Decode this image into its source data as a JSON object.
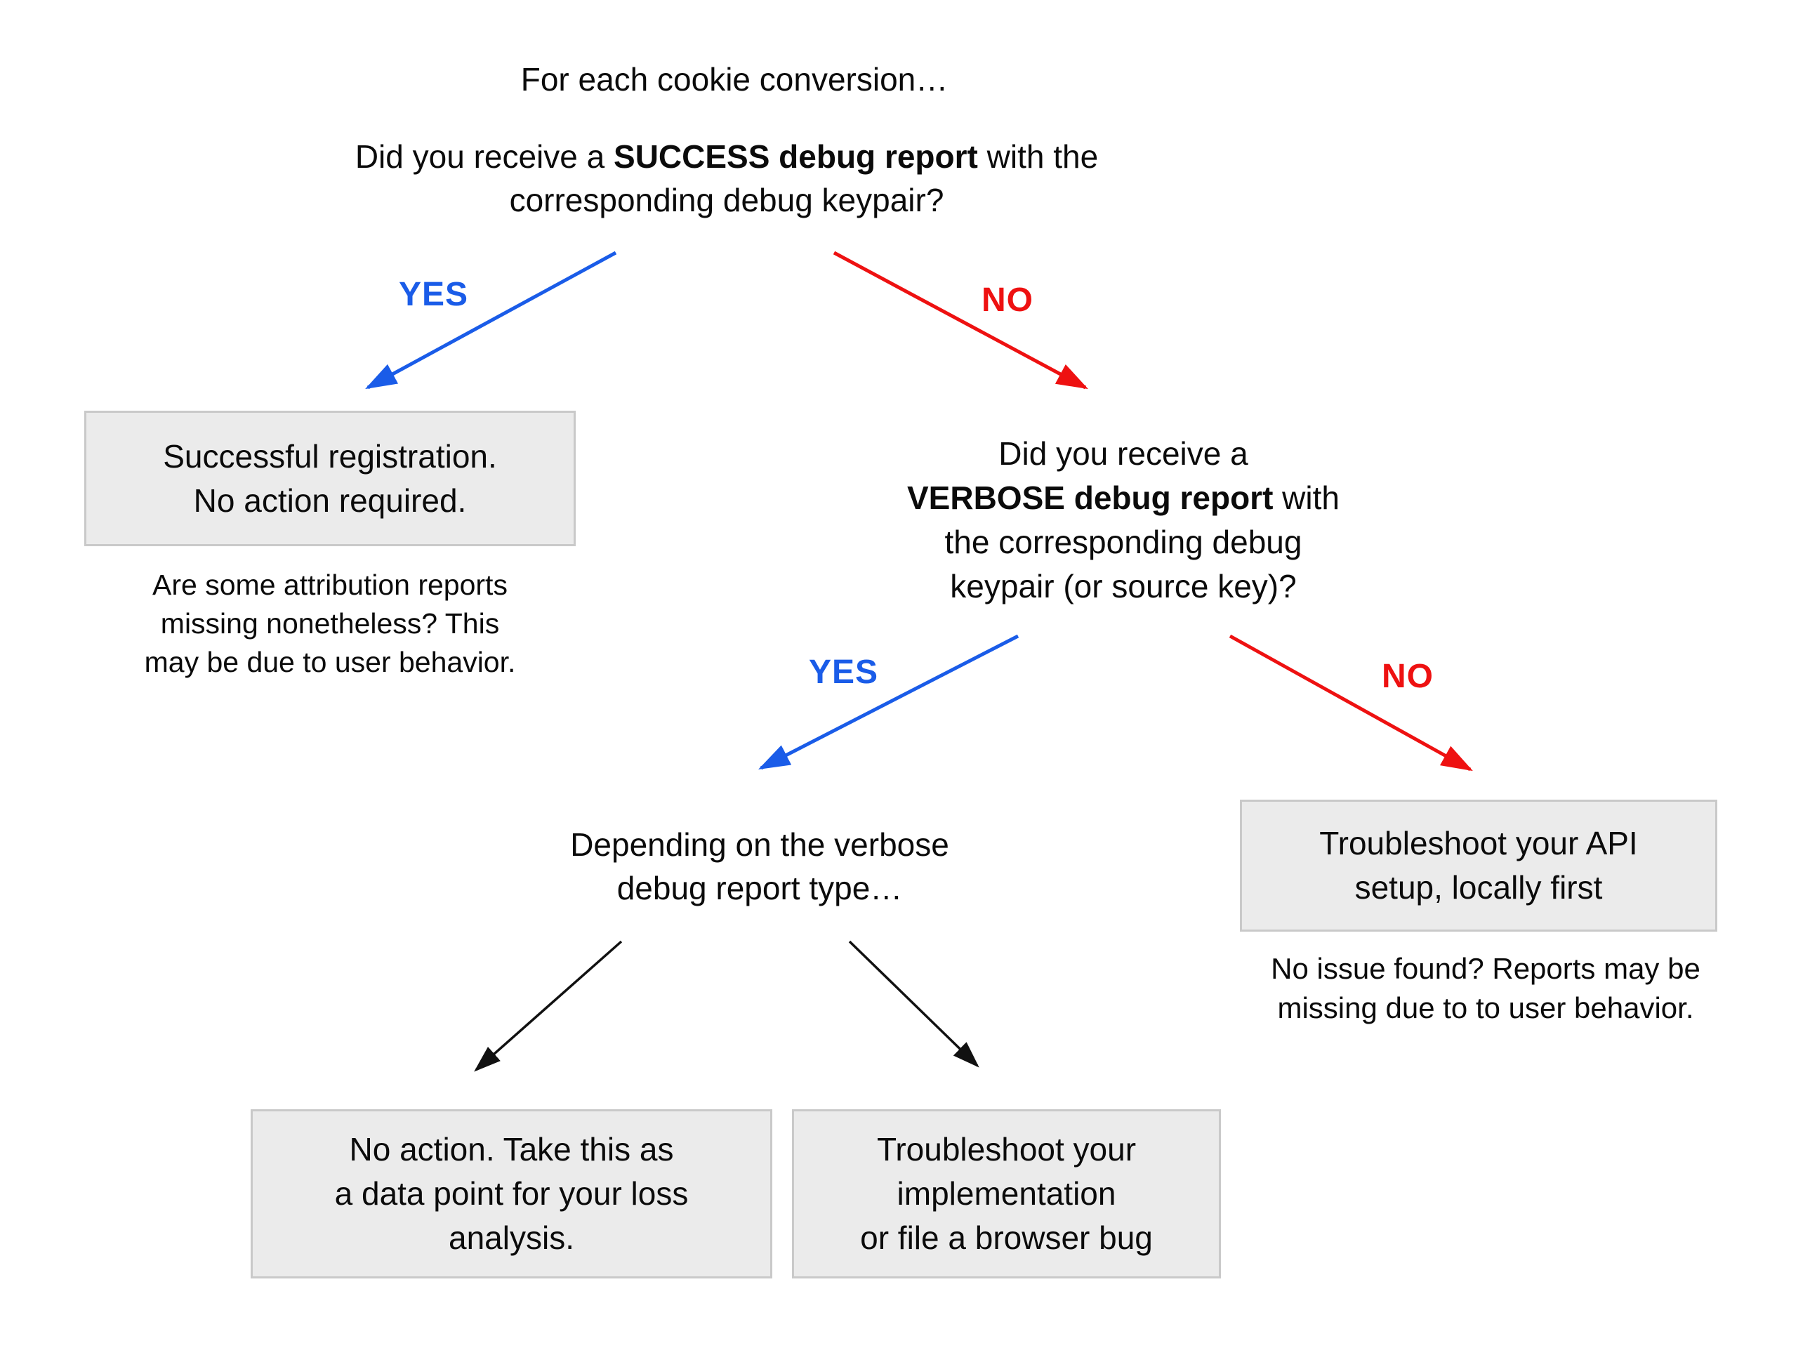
{
  "colors": {
    "yes": "#1a5ce8",
    "no": "#ee1111",
    "box_fill": "#ebebeb",
    "box_border": "#c9c9c9",
    "arrow_black": "#111111",
    "text": "#0b0b0b"
  },
  "flow": {
    "intro": "For each cookie conversion…",
    "q1": {
      "pre": "Did you receive a ",
      "bold": "SUCCESS debug report",
      "post": " with the",
      "line2": "corresponding debug keypair?"
    },
    "yes1": "YES",
    "no1": "NO",
    "success_box": {
      "line1": "Successful registration.",
      "line2": "No action required."
    },
    "success_note": {
      "line1": "Are some attribution reports",
      "line2": "missing nonetheless? This",
      "line3": "may be due to user behavior."
    },
    "q2": {
      "line1": "Did you receive a",
      "line2_bold": "VERBOSE debug report",
      "line2_rest": " with",
      "line3": "the corresponding debug",
      "line4": "keypair (or source key)?"
    },
    "yes2": "YES",
    "no2": "NO",
    "depending": {
      "line1": "Depending on the verbose",
      "line2": "debug report type…"
    },
    "api_box": {
      "line1": "Troubleshoot your API",
      "line2": "setup, locally first"
    },
    "api_note": {
      "line1": "No issue found? Reports may be",
      "line2": "missing due to to user behavior."
    },
    "loss_box": {
      "line1": "No action. Take this as",
      "line2": "a data point for your loss",
      "line3": "analysis."
    },
    "impl_box": {
      "line1": "Troubleshoot your",
      "line2": "implementation",
      "line3": "or file a browser bug"
    }
  }
}
